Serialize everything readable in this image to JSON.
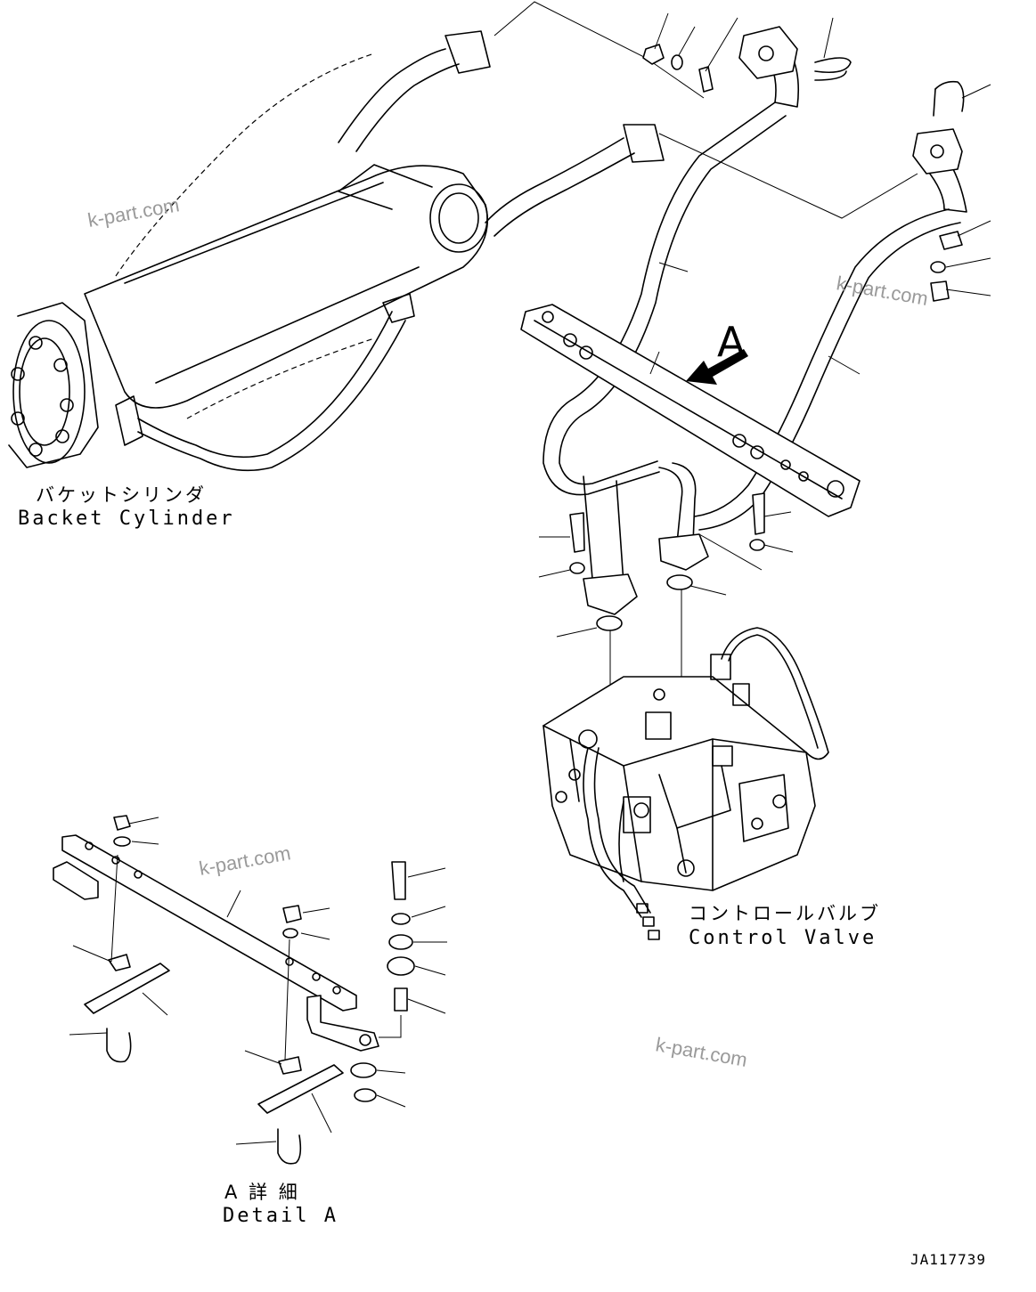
{
  "labels": {
    "bucket_cylinder_jp": "バケットシリンダ",
    "bucket_cylinder_en": "Backet Cylinder",
    "control_valve_jp": "コントロールバルブ",
    "control_valve_en": "Control Valve",
    "detail_a_jp": "A 詳 細",
    "detail_a_en": "Detail A",
    "view_marker": "A",
    "drawing_code": "JA117739"
  },
  "watermarks": [
    "k-part.com",
    "k-part.com",
    "k-part.com",
    "k-part.com"
  ],
  "colors": {
    "line": "#000000",
    "background": "#ffffff",
    "watermark": "#9a9a9a"
  }
}
